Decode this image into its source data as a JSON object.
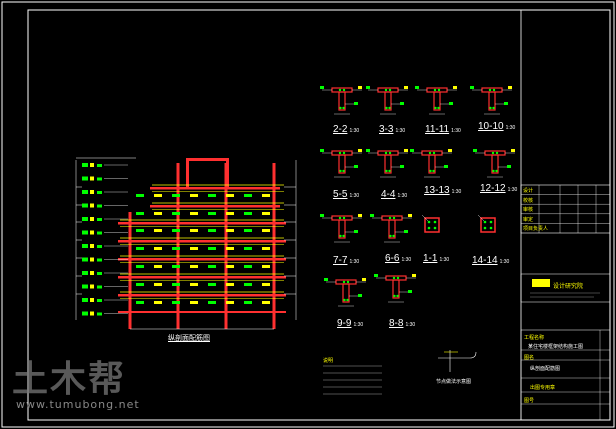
{
  "drawing": {
    "sections": [
      {
        "id": "2-2",
        "scale": "1:30"
      },
      {
        "id": "3-3",
        "scale": "1:30"
      },
      {
        "id": "11-11",
        "scale": "1:30"
      },
      {
        "id": "10-10",
        "scale": "1:30"
      },
      {
        "id": "5-5",
        "scale": "1:30"
      },
      {
        "id": "4-4",
        "scale": "1:30"
      },
      {
        "id": "13-13",
        "scale": "1:30"
      },
      {
        "id": "12-12",
        "scale": "1:30"
      },
      {
        "id": "7-7",
        "scale": "1:30"
      },
      {
        "id": "6-6",
        "scale": "1:30"
      },
      {
        "id": "1-1",
        "scale": "1:30"
      },
      {
        "id": "14-14",
        "scale": "1:30"
      },
      {
        "id": "9-9",
        "scale": "1:30"
      },
      {
        "id": "8-8",
        "scale": "1:30"
      }
    ],
    "elevation_title": "纵剖面配筋图",
    "notes_title": "说明",
    "detail_caption": "节点做法示意图"
  },
  "title_block": {
    "rows": [
      "设计",
      "校核",
      "审核",
      "审定",
      "项目负责人"
    ],
    "logo_text": "设计研究院",
    "project_label": "工程名称",
    "project_name": "某住宅楼框架结构施工图",
    "drawing_label": "图名",
    "drawing_name": "纵剖面配筋图",
    "stamp_label": "出图专用章",
    "number_label": "图号"
  },
  "watermark": {
    "text": "土木帮",
    "url": "www.tumubong.net"
  },
  "colors": {
    "background": "#000000",
    "frame": "#ffffff",
    "column": "#ff3030",
    "beam": "#ffff00",
    "rebar": "#00ff00",
    "dimension": "#ffffff",
    "accent": "#ff00ff"
  }
}
